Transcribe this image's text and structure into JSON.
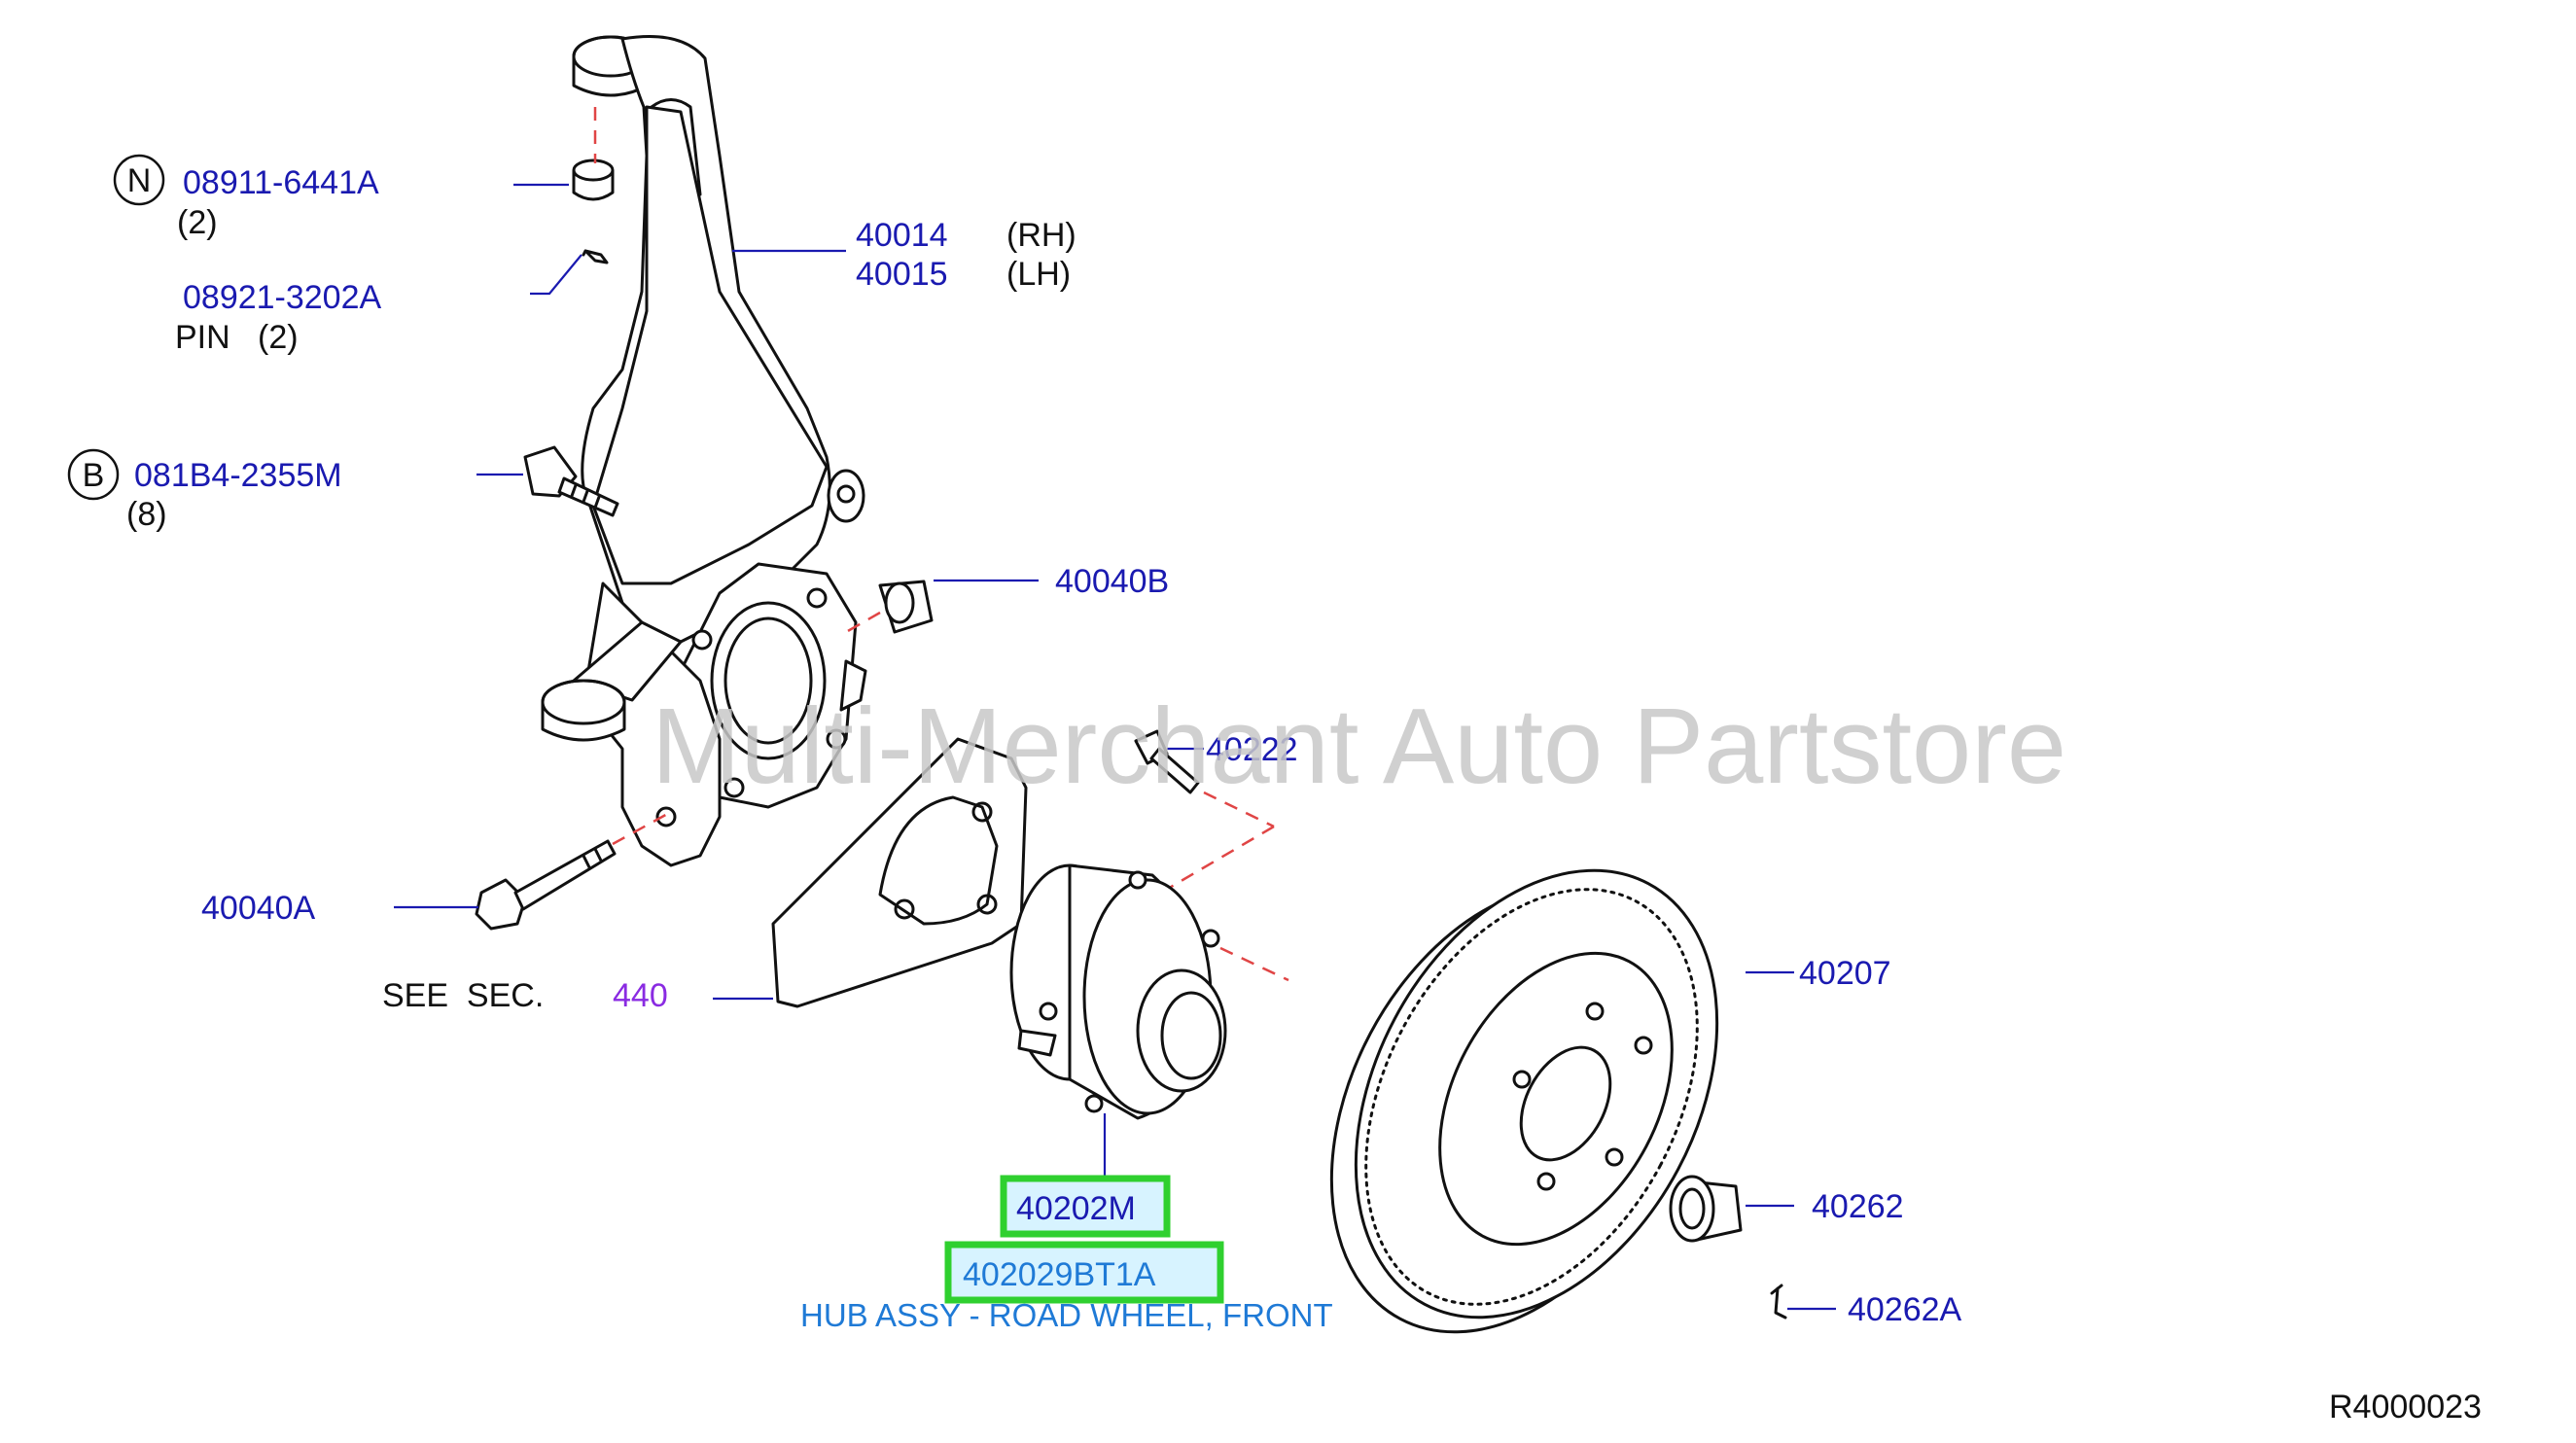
{
  "watermark": "Multi-Merchant Auto Partstore",
  "diagram_code": "R4000023",
  "see_section": {
    "prefix": "SEE  SEC.",
    "number": "440"
  },
  "hub_description": "HUB ASSY - ROAD WHEEL, FRONT",
  "callouts": {
    "nut": {
      "badge": "N",
      "part": "08911-6441A",
      "qty": "(2)"
    },
    "pin": {
      "part": "08921-3202A",
      "text": "PIN",
      "qty": "(2)"
    },
    "bolt": {
      "badge": "B",
      "part": "081B4-2355M",
      "qty": "(8)"
    },
    "knuckle_rh": {
      "part": "40014",
      "side": "(RH)"
    },
    "knuckle_lh": {
      "part": "40015",
      "side": "(LH)"
    },
    "p40040b": {
      "part": "40040B"
    },
    "p40222": {
      "part": "40222"
    },
    "p40040a": {
      "part": "40040A"
    },
    "p40207": {
      "part": "40207"
    },
    "p40262": {
      "part": "40262"
    },
    "p40262a": {
      "part": "40262A"
    },
    "p40202m": {
      "part": "40202M"
    },
    "p402029bt1a": {
      "part": "402029BT1A"
    }
  },
  "colors": {
    "part_number": "#1a1ab0",
    "highlight_border": "#2fd02f",
    "section_ref": "#8a2be2",
    "description": "#1f7ad6"
  }
}
